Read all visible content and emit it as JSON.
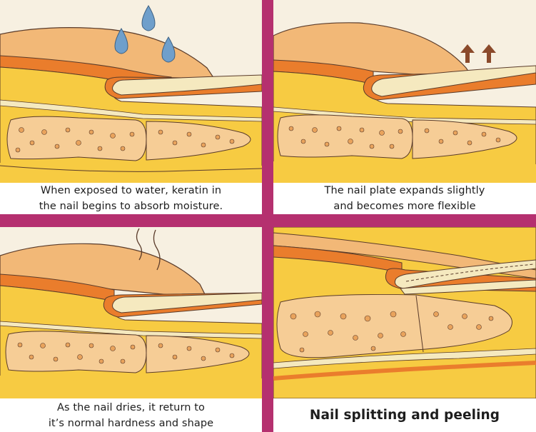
{
  "panels": [
    {
      "id": "absorb",
      "caption": [
        "When exposed to water, keratin in",
        "the nail begins to absorb moisture."
      ]
    },
    {
      "id": "expand",
      "caption": [
        "The nail plate expands slightly",
        "and becomes more flexible"
      ]
    },
    {
      "id": "dry",
      "caption": [
        "As the nail dries, it return to",
        "it’s normal hardness and shape"
      ]
    },
    {
      "id": "split",
      "caption": [
        "Nail splitting and peeling"
      ]
    }
  ],
  "colors": {
    "divider": "#b5306f",
    "background": "#f7f0e1",
    "skin": "#f2b877",
    "fat": "#f7cb42",
    "dermis_band": "#ea7d2c",
    "nail": "#f5e9bf",
    "bone": "#f6cd96",
    "bone_pore": "#e9a35c",
    "water_drop": "#6f9fcb",
    "arrow": "#8b4a2b",
    "outline": "#5a3b2a"
  },
  "icons": {
    "water": "water-drop-icon",
    "expand": "arrow-up-icon",
    "steam": "steam-wisp-icon"
  }
}
